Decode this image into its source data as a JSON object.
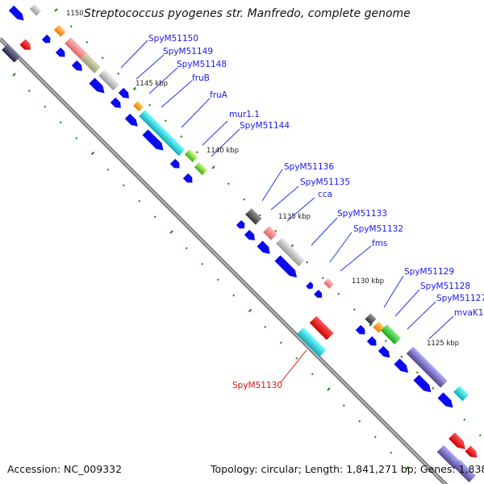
{
  "header": {
    "title": "Streptococcus pyogenes str. Manfredo, complete genome"
  },
  "footer": {
    "accession": "Accession: NC_009332",
    "summary": "Topology: circular; Length: 1,841,271 bp; Genes: 1,838"
  },
  "colors": {
    "blue_gene": "#0a0aee",
    "backbone": "#7a7a7a",
    "tick": "#1a8a1a",
    "label_blue": "#1a1ae6",
    "label_red": "#e01010"
  },
  "scale_labels": [
    {
      "text": "1150"
    },
    {
      "text": "1145 kbp"
    },
    {
      "text": "1140 kbp"
    },
    {
      "text": "1135 kbp"
    },
    {
      "text": "1130 kbp"
    },
    {
      "text": "1125 kbp"
    }
  ],
  "gene_labels": [
    {
      "text": "SpyM51150",
      "color": "blue"
    },
    {
      "text": "SpyM51149",
      "color": "blue"
    },
    {
      "text": "SpyM51148",
      "color": "blue"
    },
    {
      "text": "fruB",
      "color": "blue"
    },
    {
      "text": "fruA",
      "color": "blue"
    },
    {
      "text": "mur1.1",
      "color": "blue"
    },
    {
      "text": "SpyM51144",
      "color": "blue"
    },
    {
      "text": "SpyM51136",
      "color": "blue"
    },
    {
      "text": "SpyM51135",
      "color": "blue"
    },
    {
      "text": "cca",
      "color": "blue"
    },
    {
      "text": "SpyM51133",
      "color": "blue"
    },
    {
      "text": "SpyM51132",
      "color": "blue"
    },
    {
      "text": "fms",
      "color": "blue"
    },
    {
      "text": "SpyM51129",
      "color": "blue"
    },
    {
      "text": "SpyM51128",
      "color": "blue"
    },
    {
      "text": "SpyM51127",
      "color": "blue"
    },
    {
      "text": "mvaK1",
      "color": "blue"
    },
    {
      "text": "SpyM51130",
      "color": "red"
    }
  ]
}
